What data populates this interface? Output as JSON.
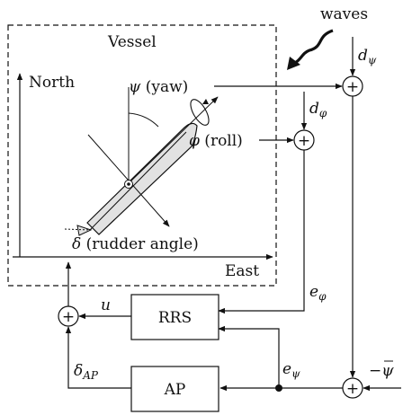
{
  "diagram": {
    "vessel_label": "Vessel",
    "waves_label": "waves",
    "north_label": "North",
    "east_label": "East",
    "yaw": {
      "symbol": "ψ",
      "text": " (yaw)"
    },
    "roll": {
      "symbol": "φ",
      "text": " (roll)"
    },
    "rudder": {
      "symbol": "δ",
      "text": " (rudder angle)"
    },
    "d_psi": {
      "main": "d",
      "sub": "ψ"
    },
    "d_phi": {
      "main": "d",
      "sub": "φ"
    },
    "e_phi": {
      "main": "e",
      "sub": "φ"
    },
    "e_psi": {
      "main": "e",
      "sub": "ψ"
    },
    "u_label": "u",
    "delta_ap": {
      "main": "δ",
      "sub": "AP"
    },
    "rrs_label": "RRS",
    "ap_label": "AP",
    "neg_psi_bar": {
      "sign": "−",
      "symbol": "ψ"
    },
    "sum_symbol": "+"
  }
}
